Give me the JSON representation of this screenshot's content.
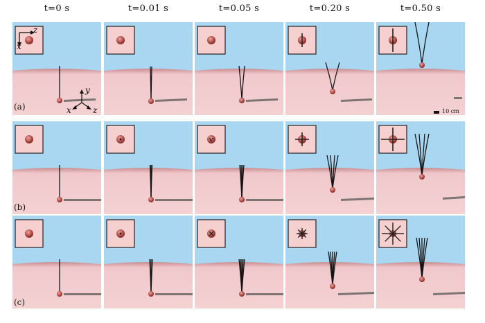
{
  "time_labels": [
    "t=0 s",
    "t=0.01 s",
    "t=0.05 s",
    "t=0.20 s",
    "t=0.50 s"
  ],
  "row_labels": [
    "(a)",
    "(b)",
    "(c)"
  ],
  "axes": {
    "z": "z",
    "x": "x",
    "y": "y"
  },
  "scale_bar": {
    "label": "10 cm"
  },
  "colors": {
    "sky": "#a9d7f1",
    "ground": "#f4d1d2",
    "ball": "#d9544f",
    "frame": "#222222"
  }
}
